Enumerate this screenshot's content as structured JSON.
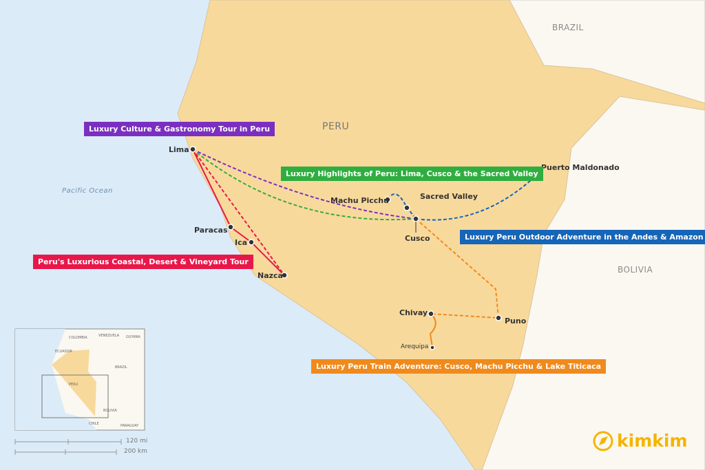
{
  "countries": {
    "brazil": "BRAZIL",
    "peru": "PERU",
    "bolivia": "BOLIVIA"
  },
  "ocean": "Pacific Ocean",
  "cities": {
    "lima": "Lima",
    "paracas": "Paracas",
    "ica": "Ica",
    "nazca": "Nazca",
    "machu_picchu": "Machu Picchu",
    "sacred_valley": "Sacred Valley",
    "cusco": "Cusco",
    "puerto_maldonado": "Puerto Maldonado",
    "chivay": "Chivay",
    "arequipa": "Arequipa",
    "puno": "Puno"
  },
  "tours": [
    {
      "label": "Luxury Culture & Gastronomy Tour in Peru",
      "color": "#7b2fc0"
    },
    {
      "label": "Luxury Highlights of Peru: Lima, Cusco & the Sacred Valley",
      "color": "#2fae3f"
    },
    {
      "label": "Luxury Peru Outdoor Adventure in the Andes & Amazon",
      "color": "#1565b8"
    },
    {
      "label": "Peru's Luxurious Coastal, Desert & Vineyard Tour",
      "color": "#e8174a"
    },
    {
      "label": "Luxury Peru Train Adventure: Cusco, Machu Picchu & Lake Titicaca",
      "color": "#f08a1c"
    }
  ],
  "inset": {
    "colombia": "COLOMBIA",
    "venezuela": "VENEZUELA",
    "guyana": "GUYANA",
    "ecuador": "ECUADOR",
    "brazil": "BRAZIL",
    "peru": "PERU",
    "bolivia": "BOLIVIA",
    "chile": "CHILE",
    "paraguay": "PARAGUAY"
  },
  "scale": {
    "miles": "120 mi",
    "km": "200 km"
  },
  "brand": "kimkim"
}
